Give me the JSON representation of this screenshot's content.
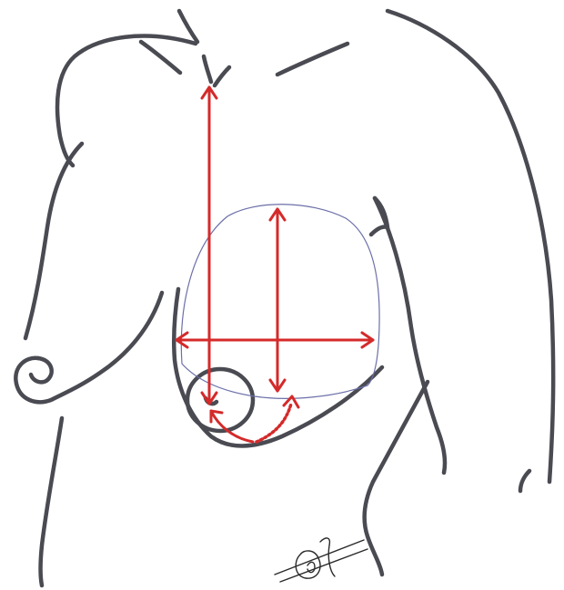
{
  "figure": {
    "colors": {
      "outline": "#4a4b52",
      "measurement": "#d42a2a",
      "guide": "#6b6fa8",
      "signature": "#2a2a2a",
      "background": "#ffffff"
    },
    "measurements": [
      {
        "id": "sternal-notch-to-nipple",
        "kind": "double-arrow"
      },
      {
        "id": "breast-base-height",
        "kind": "double-arrow"
      },
      {
        "id": "breast-base-width",
        "kind": "double-arrow"
      },
      {
        "id": "nipple-to-fold",
        "kind": "curved-arrow"
      }
    ],
    "signature": {
      "present": true,
      "style": "handwritten"
    }
  }
}
